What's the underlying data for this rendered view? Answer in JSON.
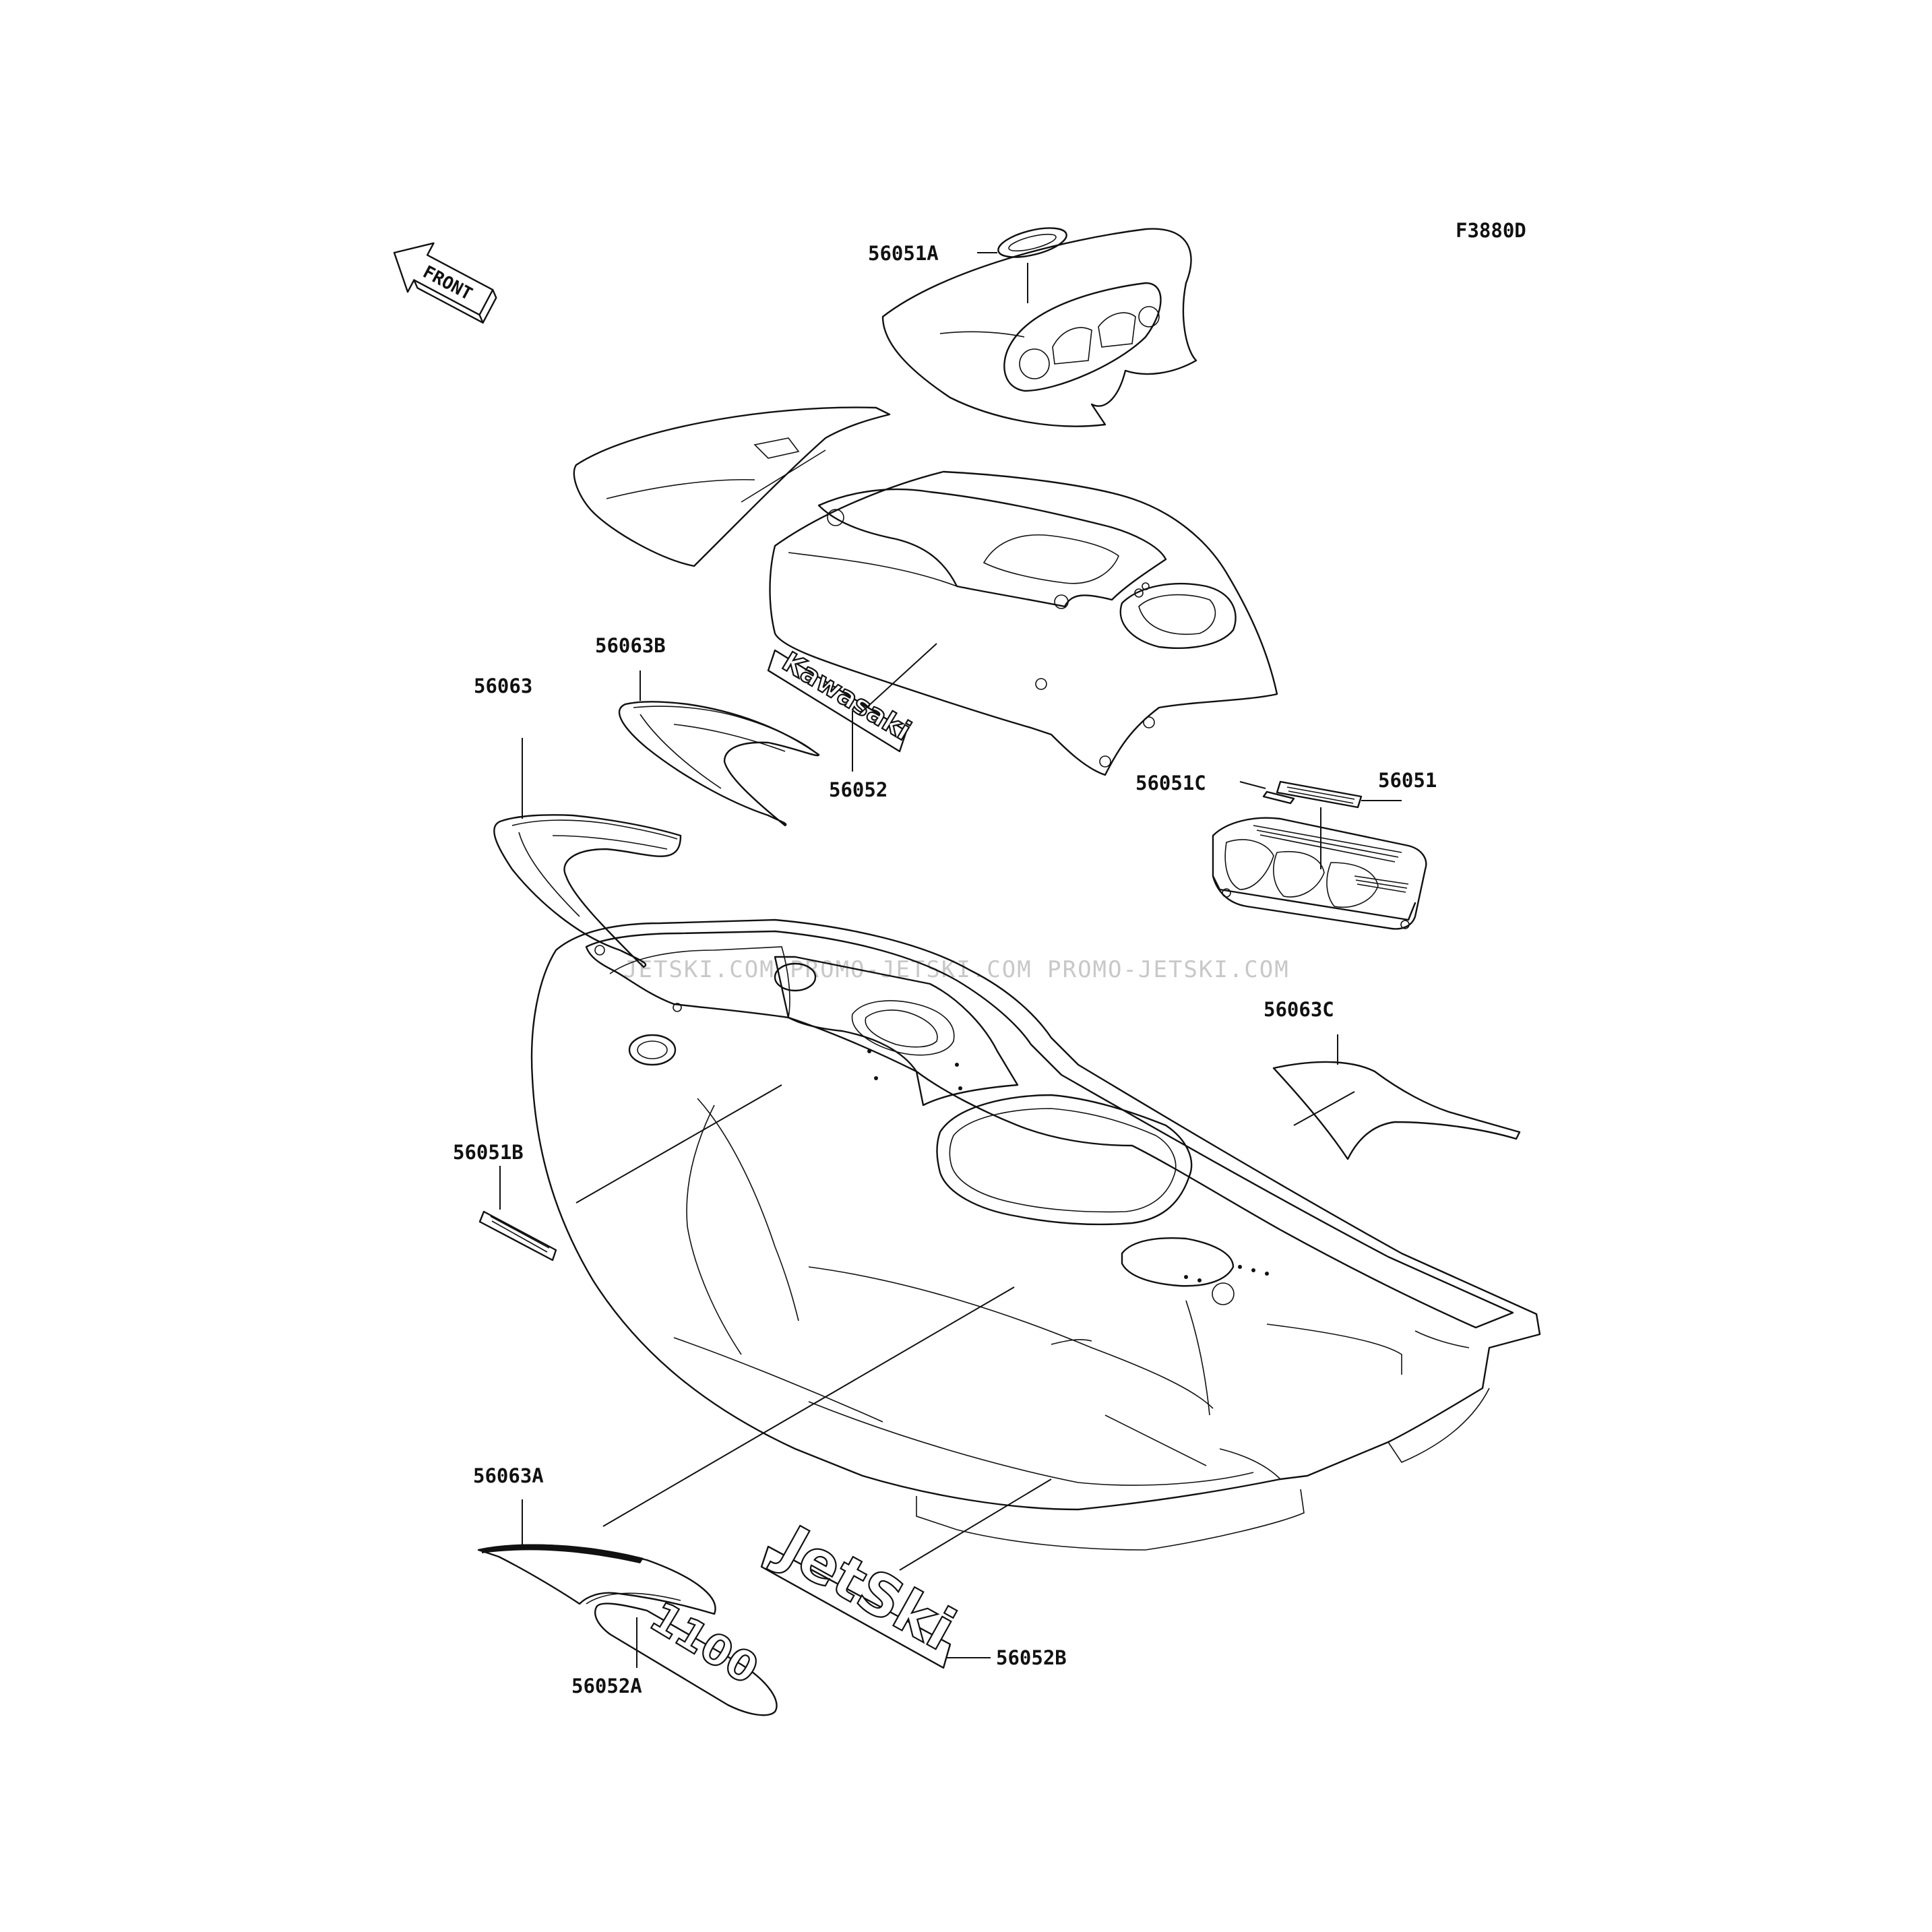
{
  "diagram_code": "F3880D",
  "front_arrow": {
    "label": "FRONT",
    "icon": "front-arrow-icon"
  },
  "watermark": {
    "text": "JETSKI.COM  PROMO-JETSKI.COM  PROMO-JETSKI.COM"
  },
  "parts": [
    {
      "id": "p56051A",
      "number": "56051A"
    },
    {
      "id": "p56063B",
      "number": "56063B"
    },
    {
      "id": "p56063",
      "number": "56063"
    },
    {
      "id": "p56052",
      "number": "56052"
    },
    {
      "id": "p56051C",
      "number": "56051C"
    },
    {
      "id": "p56051",
      "number": "56051"
    },
    {
      "id": "p56063C",
      "number": "56063C"
    },
    {
      "id": "p56051B",
      "number": "56051B"
    },
    {
      "id": "p56063A",
      "number": "56063A"
    },
    {
      "id": "p56052A",
      "number": "56052A"
    },
    {
      "id": "p56052B",
      "number": "56052B"
    }
  ],
  "decal_text": {
    "kawasaki": "Kawasaki",
    "jetski": "JetSki",
    "model_1100": "1100"
  }
}
